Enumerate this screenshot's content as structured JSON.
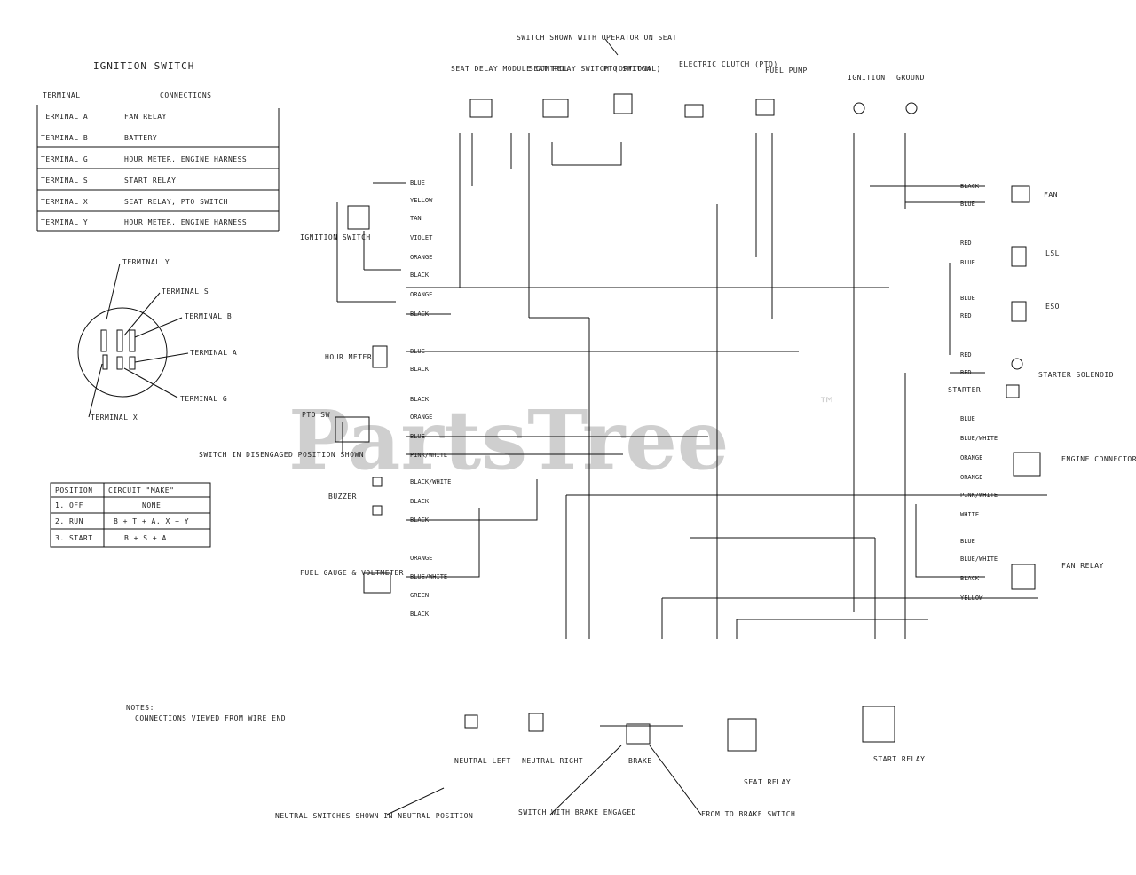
{
  "watermark": {
    "brand": "PartsTree",
    "trademark": "™"
  },
  "ignition_table": {
    "title": "IGNITION SWITCH",
    "header_terminal": "TERMINAL",
    "header_connection": "CONNECTIONS",
    "rows": [
      {
        "terminal": "TERMINAL A",
        "connection": "FAN RELAY"
      },
      {
        "terminal": "TERMINAL B",
        "connection": "BATTERY"
      },
      {
        "terminal": "TERMINAL G",
        "connection": "HOUR METER, ENGINE HARNESS"
      },
      {
        "terminal": "TERMINAL S",
        "connection": "START RELAY"
      },
      {
        "terminal": "TERMINAL X",
        "connection": "SEAT RELAY, PTO SWITCH"
      },
      {
        "terminal": "TERMINAL Y",
        "connection": "HOUR METER, ENGINE HARNESS"
      }
    ]
  },
  "switch_terminals": [
    "TERMINAL Y",
    "TERMINAL S",
    "TERMINAL B",
    "TERMINAL A",
    "TERMINAL G",
    "TERMINAL X"
  ],
  "position_table": {
    "header_position": "POSITION",
    "header_circuit": "CIRCUIT \"MAKE\"",
    "rows": [
      {
        "position": "1. OFF",
        "circuit": "NONE"
      },
      {
        "position": "2. RUN",
        "circuit": "B + T + A, X + Y"
      },
      {
        "position": "3. START",
        "circuit": "B + S + A"
      }
    ]
  },
  "notes": {
    "title": "NOTES:",
    "text": "CONNECTIONS VIEWED FROM WIRE END"
  },
  "components": {
    "seat_delay": "SEAT DELAY MODULE CONTROL",
    "seat_relay": "SEAT RELAY SWITCH (OPTIONAL)",
    "pto_switch": "PTO SWITCH",
    "pto_switch_note": "SWITCH SHOWN WITH OPERATOR ON SEAT",
    "electric_clutch": "ELECTRIC CLUTCH (PTO)",
    "fuel_pump": "FUEL PUMP",
    "ignition": "IGNITION",
    "ground": "GROUND",
    "fan": "FAN",
    "lsl": "LSL",
    "eso": "ESO",
    "starter_solenoid": "STARTER SOLENOID",
    "starter": "STARTER",
    "engine_connector": "ENGINE CONNECTOR",
    "fan_relay": "FAN RELAY",
    "ignition_switch": "IGNITION SWITCH",
    "hour_meter": "HOUR METER",
    "pto_sw": "PTO SW",
    "pto_sw_note": "SWITCH IN DISENGAGED POSITION SHOWN",
    "buzzer": "BUZZER",
    "fuel_gauge": "FUEL GAUGE & VOLTMETER",
    "neutral_left": "NEUTRAL LEFT",
    "neutral_right": "NEUTRAL RIGHT",
    "brake": "BRAKE",
    "seat_relay_bottom": "SEAT RELAY",
    "start_relay": "START RELAY",
    "neutral_note": "NEUTRAL SWITCHES SHOWN IN NEUTRAL POSITION",
    "brake_note_left": "SWITCH WITH BRAKE ENGAGED",
    "brake_note_right": "FROM TO BRAKE SWITCH"
  },
  "wires": {
    "ign": [
      "BLUE",
      "YELLOW",
      "TAN",
      "VIOLET",
      "ORANGE",
      "BLACK",
      "ORANGE",
      "BLACK"
    ],
    "hour": [
      "BLUE",
      "BLACK"
    ],
    "pto": [
      "BLACK",
      "ORANGE",
      "BLUE",
      "PINK/WHITE"
    ],
    "buzz": [
      "BLACK/WHITE",
      "BLACK",
      "BLACK"
    ],
    "gauge": [
      "ORANGE",
      "BLUE/WHITE",
      "GREEN",
      "BLACK"
    ],
    "fan": [
      "BLACK",
      "BLUE"
    ],
    "lsl": [
      "RED",
      "BLUE"
    ],
    "eso": [
      "BLUE",
      "RED"
    ],
    "solenoid": [
      "RED",
      "RED"
    ],
    "engine": [
      "BLUE",
      "BLUE/WHITE",
      "ORANGE",
      "ORANGE",
      "PINK/WHITE",
      "WHITE"
    ],
    "relay": [
      "BLUE",
      "BLUE/WHITE",
      "BLACK",
      "YELLOW"
    ]
  }
}
